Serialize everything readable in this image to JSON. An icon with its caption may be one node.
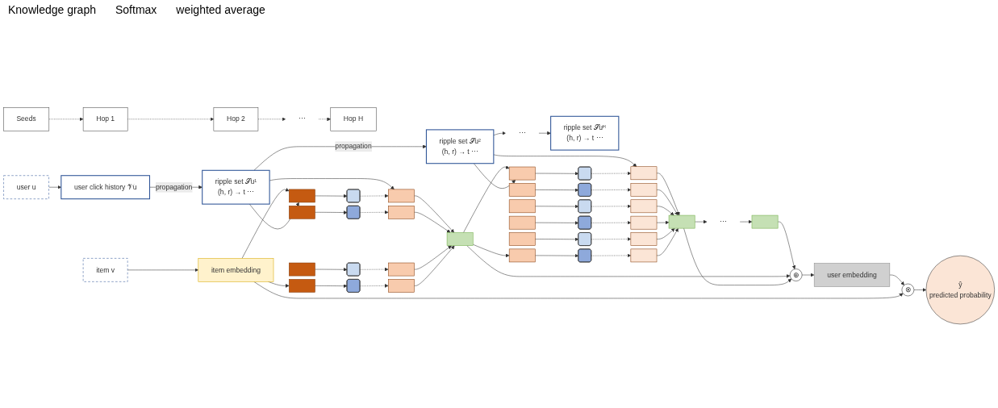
{
  "diagram": {
    "nodes": [
      {
        "text": [
          "Seeds"
        ]
      },
      {
        "text": [
          "Hop 1"
        ]
      },
      {
        "text": [
          "Hop 2"
        ]
      },
      {
        "text": [
          "Hop H"
        ]
      },
      {
        "text": [
          "⋯"
        ]
      },
      {
        "text": [
          "user u"
        ]
      },
      {
        "text": [
          "user click history 𝒱u"
        ]
      },
      {
        "text": [
          "ripple set 𝒮u¹",
          "(h, r) → t ⋯"
        ]
      },
      {
        "text": [
          "ripple set 𝒮u²",
          "(h, r) → t ⋯"
        ]
      },
      {
        "text": [
          "⋯"
        ]
      },
      {
        "text": [
          "ripple set 𝒮uᴴ",
          "(h, r) → t ⋯"
        ]
      },
      {
        "text": [
          "item v"
        ]
      },
      {
        "text": [
          "item embedding"
        ]
      },
      {
        "text": [],
        "shape": "bar"
      },
      {
        "text": [],
        "shape": "bar"
      },
      {
        "text": [],
        "shape": "bar"
      },
      {
        "text": [],
        "shape": "bar"
      },
      {
        "text": [],
        "shape": "box"
      },
      {
        "text": [],
        "shape": "box"
      },
      {
        "text": [],
        "shape": "box"
      },
      {
        "text": [],
        "shape": "box"
      },
      {
        "text": [],
        "shape": "bar"
      },
      {
        "text": [],
        "shape": "bar"
      },
      {
        "text": [],
        "shape": "bar"
      },
      {
        "text": [],
        "shape": "bar"
      },
      {
        "text": [],
        "shape": "bar"
      },
      {
        "text": [],
        "shape": "bar"
      },
      {
        "text": [],
        "shape": "bar"
      },
      {
        "text": [],
        "shape": "bar"
      },
      {
        "text": [],
        "shape": "bar"
      },
      {
        "text": [],
        "shape": "bar"
      },
      {
        "text": [],
        "shape": "bar"
      },
      {
        "text": [],
        "shape": "box"
      },
      {
        "text": [],
        "shape": "box"
      },
      {
        "text": [],
        "shape": "box"
      },
      {
        "text": [],
        "shape": "box"
      },
      {
        "text": [],
        "shape": "box"
      },
      {
        "text": [],
        "shape": "box"
      },
      {
        "text": [],
        "shape": "bar"
      },
      {
        "text": [],
        "shape": "bar"
      },
      {
        "text": [],
        "shape": "bar"
      },
      {
        "text": [],
        "shape": "bar"
      },
      {
        "text": [],
        "shape": "bar"
      },
      {
        "text": [],
        "shape": "bar"
      },
      {
        "text": [],
        "shape": "bar"
      },
      {
        "text": [
          "⋯"
        ]
      },
      {
        "text": [],
        "shape": "bar"
      },
      {
        "text": [
          "⊕"
        ]
      },
      {
        "text": [
          "user embedding"
        ]
      },
      {
        "text": [
          "⊗"
        ]
      },
      {
        "text": [
          "ŷ",
          "predicted probability"
        ]
      }
    ],
    "edges": [
      {
        "from": 0,
        "to": 1,
        "arrow": "to",
        "style": "dashed"
      },
      {
        "from": 1,
        "to": 2,
        "arrow": "to",
        "style": "dashed"
      },
      {
        "from": 2,
        "to": 4,
        "arrow": "to",
        "style": "dashed"
      },
      {
        "from": 4,
        "to": 3,
        "arrow": "to",
        "style": "dashed"
      },
      {
        "from": 5,
        "to": 6,
        "arrow": "to"
      },
      {
        "from": 6,
        "to": 7,
        "arrow": "to",
        "label": "propagation"
      },
      {
        "from": 7,
        "to": 8,
        "arrow": "to",
        "label": "propagation"
      },
      {
        "from": 8,
        "to": 9,
        "arrow": "to"
      },
      {
        "from": 9,
        "to": 10,
        "arrow": "to"
      },
      {
        "from": 11,
        "to": 12,
        "arrow": "to"
      },
      {
        "from": 12,
        "to": 13,
        "arrow": "to"
      },
      {
        "from": 12,
        "to": 16,
        "arrow": "to"
      },
      {
        "from": 7,
        "to": 13,
        "arrow": "to"
      },
      {
        "from": 7,
        "to": 21,
        "arrow": "to"
      },
      {
        "from": 13,
        "to": 17,
        "arrow": "to"
      },
      {
        "from": 14,
        "to": 18,
        "arrow": "to"
      },
      {
        "from": 15,
        "to": 19,
        "arrow": "to"
      },
      {
        "from": 16,
        "to": 20,
        "arrow": "to"
      },
      {
        "from": 17,
        "to": 21,
        "arrow": "to",
        "style": "dashed"
      },
      {
        "from": 18,
        "to": 22,
        "arrow": "to",
        "style": "dashed"
      },
      {
        "from": 19,
        "to": 23,
        "arrow": "to",
        "style": "dashed"
      },
      {
        "from": 20,
        "to": 24,
        "arrow": "to",
        "style": "dashed"
      },
      {
        "from": 21,
        "to": 25,
        "arrow": "to"
      },
      {
        "from": 22,
        "to": 25,
        "arrow": "to"
      },
      {
        "from": 23,
        "to": 25,
        "arrow": "to"
      },
      {
        "from": 24,
        "to": 25,
        "arrow": "to"
      },
      {
        "from": 25,
        "to": 26,
        "arrow": "to"
      },
      {
        "from": 25,
        "to": 31,
        "arrow": "to"
      },
      {
        "from": 8,
        "to": 26,
        "arrow": "to"
      },
      {
        "from": 8,
        "to": 38,
        "arrow": "to"
      },
      {
        "from": 26,
        "to": 32,
        "arrow": "to"
      },
      {
        "from": 27,
        "to": 33,
        "arrow": "to"
      },
      {
        "from": 28,
        "to": 34,
        "arrow": "to"
      },
      {
        "from": 29,
        "to": 35,
        "arrow": "to"
      },
      {
        "from": 30,
        "to": 36,
        "arrow": "to"
      },
      {
        "from": 31,
        "to": 37,
        "arrow": "to"
      },
      {
        "from": 32,
        "to": 38,
        "arrow": "to",
        "style": "dashed"
      },
      {
        "from": 33,
        "to": 39,
        "arrow": "to",
        "style": "dashed"
      },
      {
        "from": 34,
        "to": 40,
        "arrow": "to",
        "style": "dashed"
      },
      {
        "from": 35,
        "to": 41,
        "arrow": "to",
        "style": "dashed"
      },
      {
        "from": 36,
        "to": 42,
        "arrow": "to",
        "style": "dashed"
      },
      {
        "from": 37,
        "to": 43,
        "arrow": "to",
        "style": "dashed"
      },
      {
        "from": 38,
        "to": 44,
        "arrow": "to"
      },
      {
        "from": 39,
        "to": 44,
        "arrow": "to"
      },
      {
        "from": 40,
        "to": 44,
        "arrow": "to"
      },
      {
        "from": 41,
        "to": 44,
        "arrow": "to"
      },
      {
        "from": 42,
        "to": 44,
        "arrow": "to"
      },
      {
        "from": 43,
        "to": 44,
        "arrow": "to"
      },
      {
        "from": 44,
        "to": 45,
        "arrow": "to"
      },
      {
        "from": 45,
        "to": 46,
        "arrow": "to"
      },
      {
        "from": 46,
        "to": 47,
        "arrow": "to"
      },
      {
        "from": 47,
        "to": 48,
        "arrow": "to"
      },
      {
        "from": 48,
        "to": 49,
        "arrow": "to"
      },
      {
        "from": 49,
        "to": 50,
        "arrow": "to"
      },
      {
        "from": 25,
        "to": 47,
        "arrow": "to"
      },
      {
        "from": 44,
        "to": 47,
        "arrow": "to"
      },
      {
        "from": 12,
        "to": 49,
        "arrow": "to"
      }
    ],
    "labels": [
      "Knowledge graph",
      "Softmax",
      "weighted average"
    ]
  }
}
